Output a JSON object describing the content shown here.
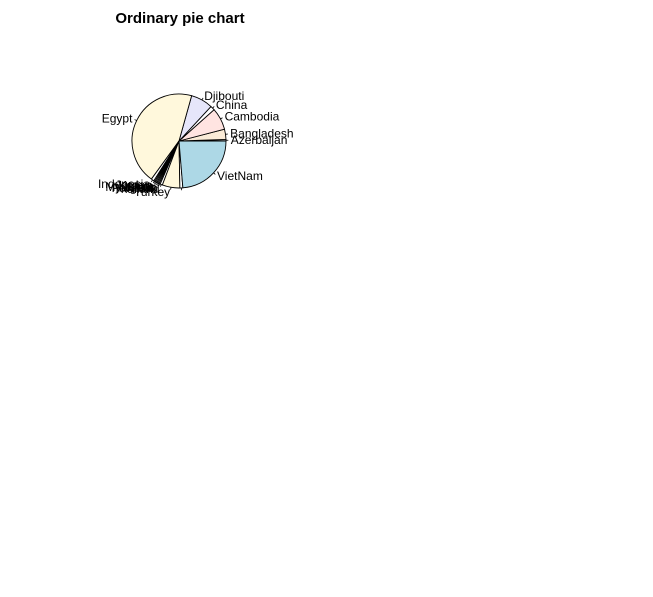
{
  "chart_data": {
    "type": "pie",
    "title": "Ordinary pie chart",
    "start_angle_deg": 0,
    "direction": "counterclockwise",
    "slices": [
      {
        "label": "Azerbaijan",
        "value": 0.5,
        "color": "#F0F8FF"
      },
      {
        "label": "Bangladesh",
        "value": 3.5,
        "color": "#FAEBD7"
      },
      {
        "label": "Cambodia",
        "value": 7.5,
        "color": "#FFE4E1"
      },
      {
        "label": "China",
        "value": 1.5,
        "color": "#FFFFFF"
      },
      {
        "label": "Djibouti",
        "value": 7.5,
        "color": "#E6E6FA"
      },
      {
        "label": "Egypt",
        "value": 44.0,
        "color": "#FFF8DC"
      },
      {
        "label": "Indonesia",
        "value": 1.0,
        "color": "#FFFFFF"
      },
      {
        "label": "Jordan",
        "value": 0.4,
        "color": "#FFFFFF"
      },
      {
        "label": "Kenya",
        "value": 0.4,
        "color": "#FFFFFF"
      },
      {
        "label": "Laos",
        "value": 0.4,
        "color": "#FFFFFF"
      },
      {
        "label": "Myanmar",
        "value": 0.4,
        "color": "#FFFFFF"
      },
      {
        "label": "Nigeria",
        "value": 0.4,
        "color": "#FFFFFF"
      },
      {
        "label": "Pakistan",
        "value": 0.4,
        "color": "#FFFFFF"
      },
      {
        "label": "Thailand",
        "value": 0.8,
        "color": "#FFFFFF"
      },
      {
        "label": "Turkey",
        "value": 6.0,
        "color": "#FFF8DC"
      },
      {
        "label": "",
        "value": 1.0,
        "color": "#FFFFFF"
      },
      {
        "label": "VietNam",
        "value": 23.5,
        "color": "#ADD8E6"
      }
    ]
  }
}
